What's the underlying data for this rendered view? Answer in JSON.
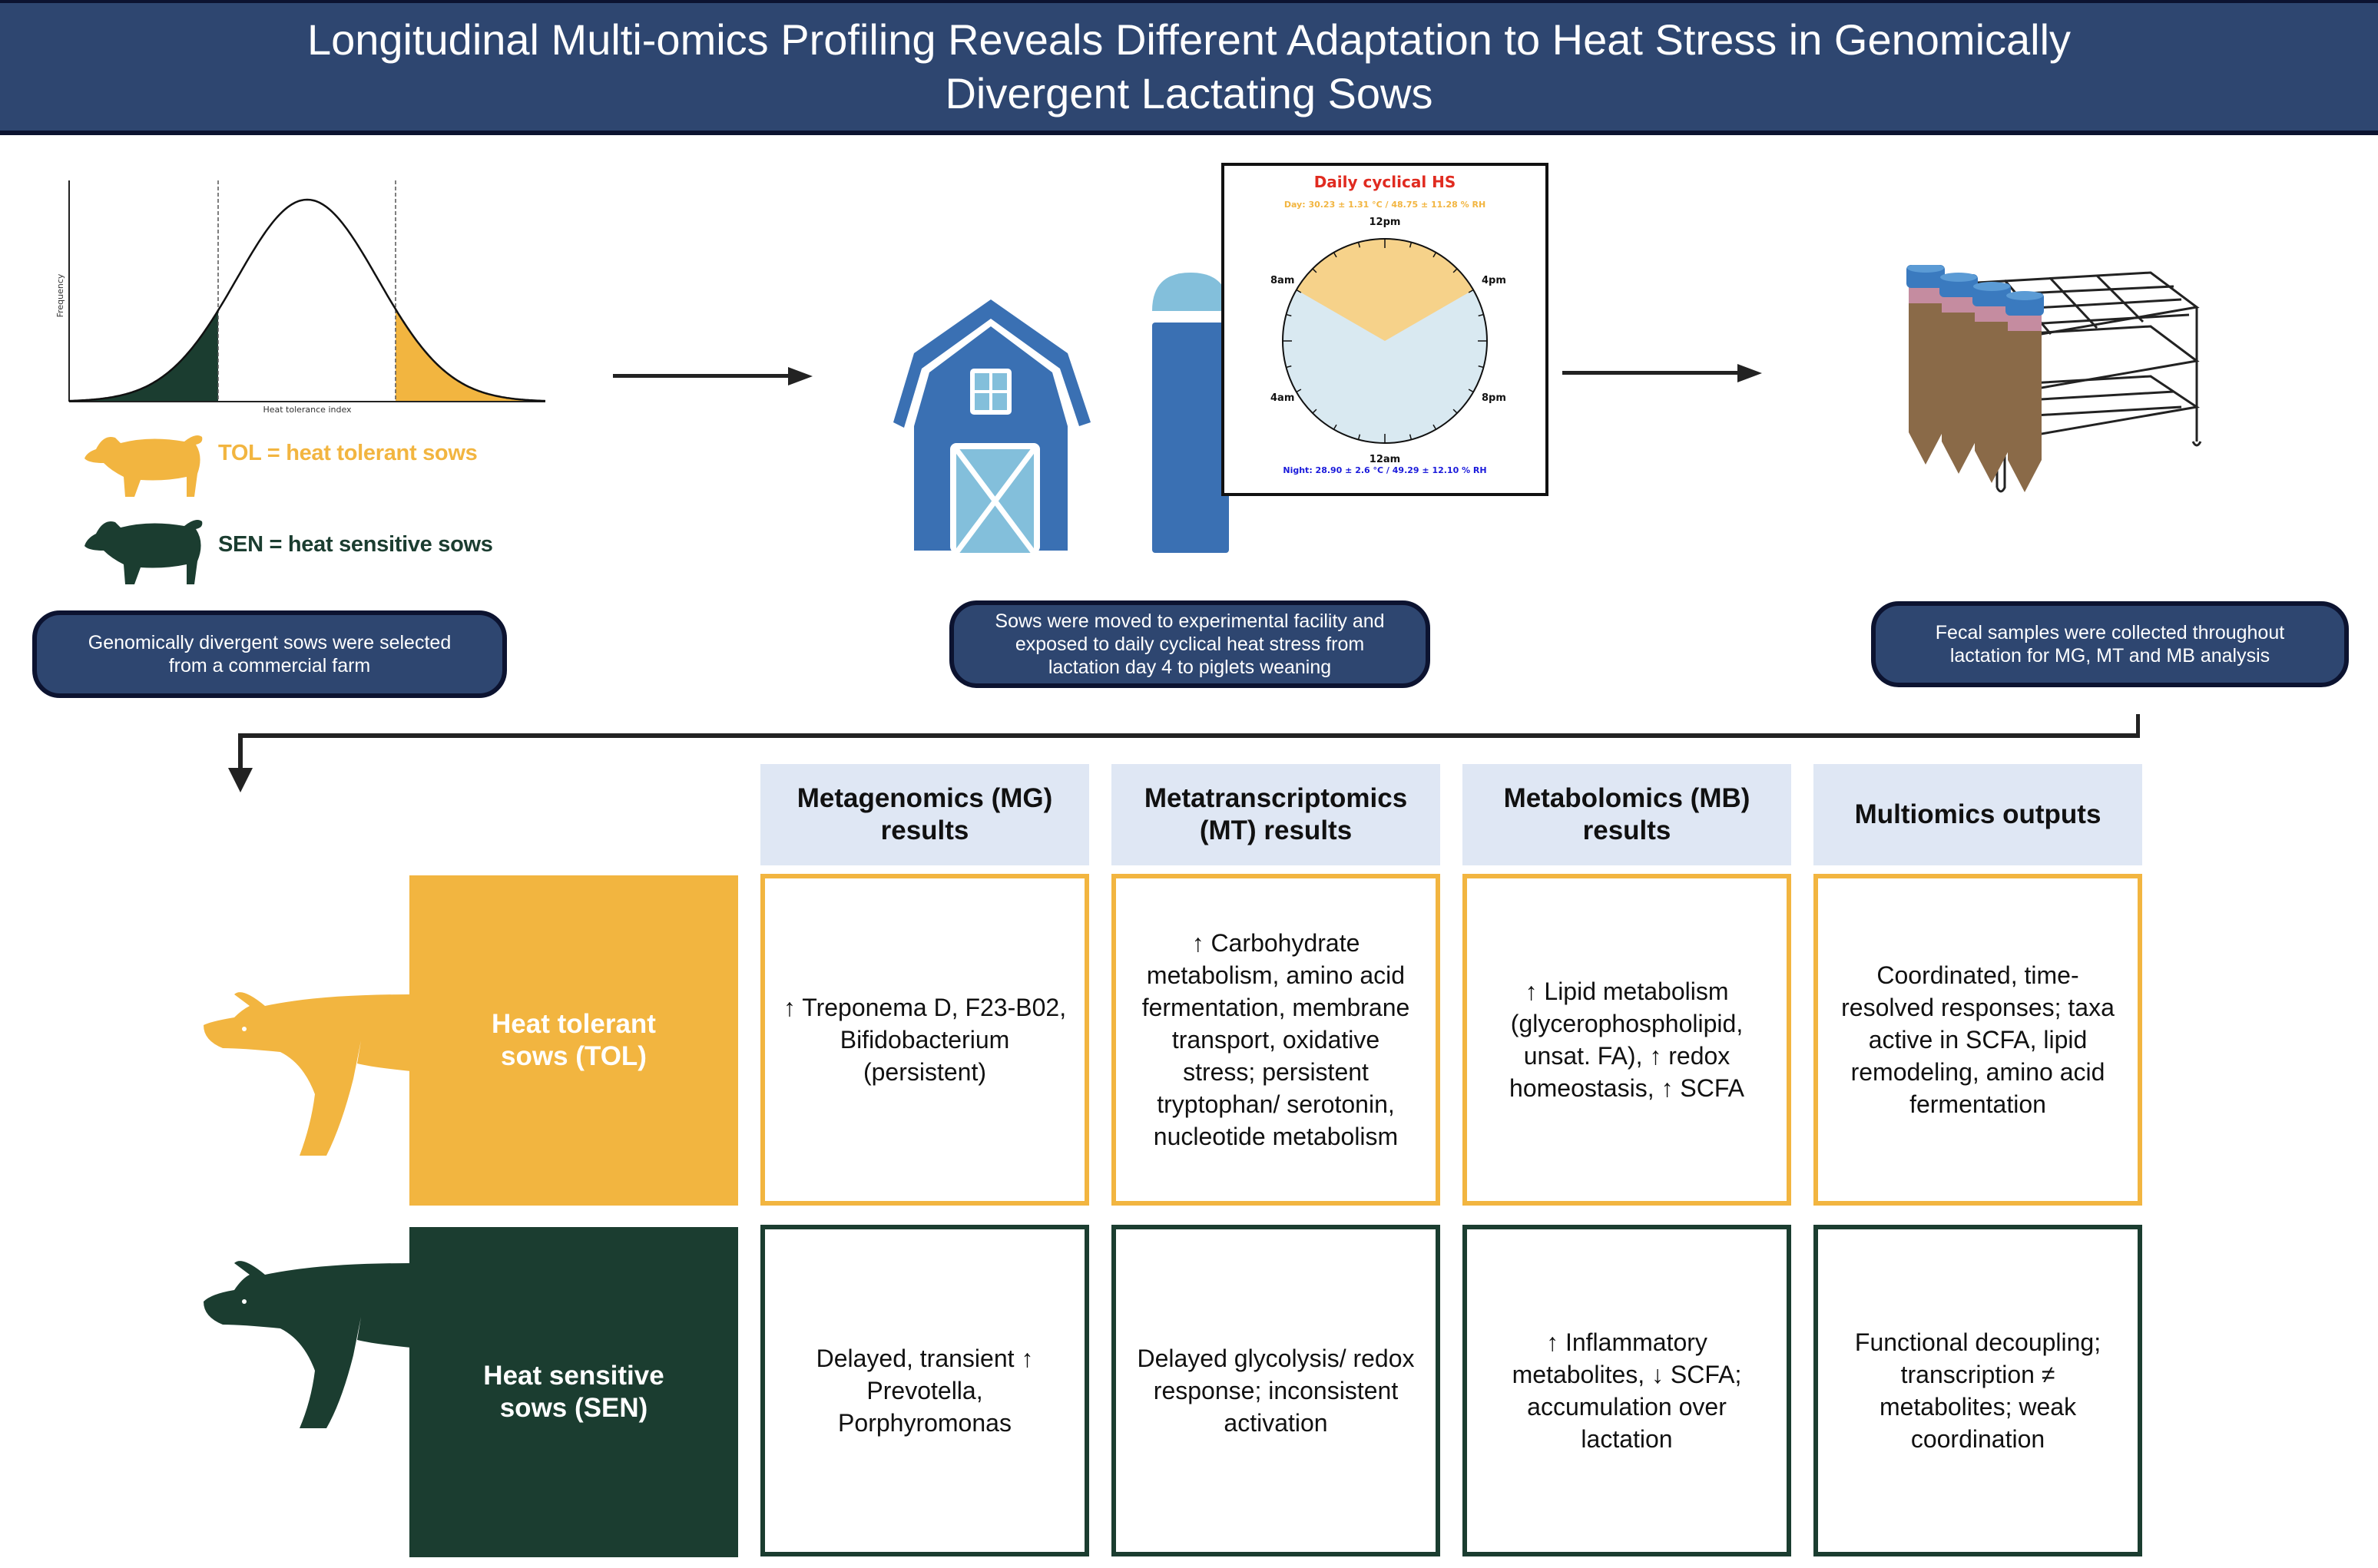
{
  "title": "Longitudinal Multi-omics Profiling Reveals Different Adaptation to Heat Stress in Genomically Divergent Lactating Sows",
  "colors": {
    "tol": "#f2b540",
    "sen": "#1b3d30",
    "navy": "#2e4670",
    "header_bg": "#dfe7f4",
    "barn_dark": "#3a70b3",
    "barn_light": "#83bfdb",
    "day_fill": "#f6d28a",
    "night_fill": "#d9e9f1",
    "title_red": "#e02b20",
    "day_text": "#f2b540",
    "night_text": "#1a1adb"
  },
  "distribution_plot": {
    "xlabel": "Heat tolerance index",
    "ylabel": "Frequency",
    "left_tail_group": "SEN",
    "right_tail_group": "TOL"
  },
  "legend": {
    "tol": "TOL = heat tolerant sows",
    "sen": "SEN = heat sensitive sows"
  },
  "steps": [
    {
      "text": "Genomically divergent sows were selected from a commercial farm"
    },
    {
      "text": "Sows were moved to experimental facility and exposed to daily cyclical heat stress from lactation day 4 to piglets weaning"
    },
    {
      "text": "Fecal samples were collected throughout lactation for MG, MT and MB analysis"
    }
  ],
  "clock": {
    "title": "Daily cyclical HS",
    "day": "Day: 30.23 ± 1.31 °C / 48.75 ± 11.28 % RH",
    "night": "Night: 28.90 ± 2.6 °C / 49.29 ± 12.10 % RH",
    "labels": {
      "top": "12pm",
      "bottom": "12am",
      "upper_left": "8am",
      "upper_right": "4pm",
      "lower_left": "4am",
      "lower_right": "8pm"
    },
    "day_start_hour": 8,
    "day_end_hour": 16
  },
  "table": {
    "columns": [
      "Metagenomics (MG) results",
      "Metatranscriptomics (MT) results",
      "Metabolomics (MB) results",
      "Multiomics outputs"
    ],
    "rows": [
      {
        "label": "Heat tolerant sows (TOL)",
        "group": "tol",
        "cells": [
          "↑ Treponema D, F23-B02, Bifidobacterium (persistent)",
          "↑ Carbohydrate metabolism, amino acid fermentation, membrane transport, oxidative stress; persistent tryptophan/ serotonin, nucleotide metabolism",
          "↑ Lipid metabolism (glycerophospholipid, unsat. FA), ↑ redox homeostasis, ↑ SCFA",
          "Coordinated, time-resolved responses; taxa active in SCFA, lipid remodeling, amino acid fermentation"
        ]
      },
      {
        "label": "Heat sensitive sows (SEN)",
        "group": "sen",
        "cells": [
          "Delayed, transient ↑ Prevotella, Porphyromonas",
          "Delayed glycolysis/ redox response; inconsistent activation",
          "↑ Inflammatory metabolites, ↓ SCFA; accumulation over lactation",
          "Functional decoupling; transcription ≠ metabolites; weak coordination"
        ]
      }
    ]
  }
}
